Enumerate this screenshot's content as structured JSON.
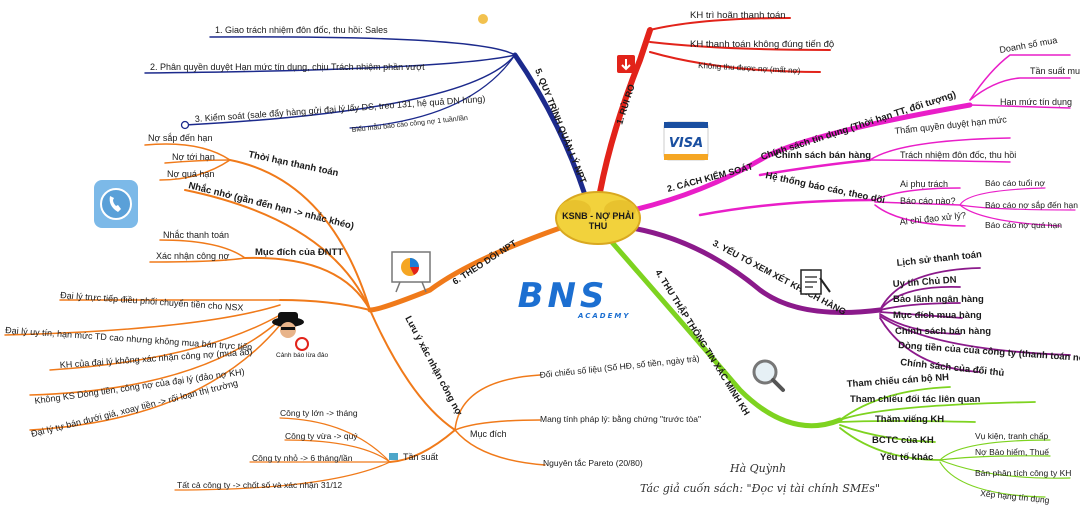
{
  "center": {
    "line1": "KSNB - NỢ PHẢI",
    "line2": "THU"
  },
  "brand": {
    "logo": "BNS",
    "sub": "ACADEMY"
  },
  "author": {
    "name": "Hà Quỳnh",
    "book": "Tác giả cuốn sách: \"Đọc vị tài chính SMEs\""
  },
  "icons": {
    "visa": "VISA",
    "warning": "Cảnh báo lừa đảo"
  },
  "colors": {
    "branch1": "#e2231a",
    "branch2": "#e91ec8",
    "branch3": "#8b1a8b",
    "branch4": "#7ed320",
    "branch5": "#1c2a8c",
    "branch6": "#f07a1a",
    "center": "#f2d23c"
  },
  "branches": {
    "b1": {
      "label": "1. RỦI RO",
      "items": [
        "KH trì hoãn thanh toán",
        "KH thanh toán không đúng tiến độ",
        "Không thu được nợ (mất nợ)"
      ]
    },
    "b2": {
      "label": "2. CÁCH KIỂM SOÁT",
      "policy": {
        "label": "Chính sách tín dụng (Thời hạn TT, đối tượng)",
        "items": [
          "Doanh số mua",
          "Tần suất mua",
          "Hạn mức tín dụng"
        ]
      },
      "sales": {
        "label": "Chính sách bán hàng",
        "items": [
          "Thẩm quyền duyệt hạn mức",
          "Trách nhiệm đôn đốc, thu hồi"
        ]
      },
      "report": {
        "label": "Hệ thống báo cáo, theo dõi",
        "items": [
          "Ai phụ trách",
          "Báo cáo nào?",
          "Ai chỉ đạo xử lý?"
        ],
        "sub": [
          "Báo cáo tuổi nợ",
          "Báo cáo nợ sắp đến hạn",
          "Báo cáo nợ quá hạn"
        ]
      }
    },
    "b3": {
      "label": "3. YẾU TỐ XEM XÉT KHÁCH HÀNG",
      "items": [
        "Lịch sử thanh toán",
        "Uy tín Chủ DN",
        "Bảo lãnh ngân hàng",
        "Mục đích mua hàng",
        "Chính sách bán hàng",
        "Dòng tiền của của công ty (thanh toán nợ)",
        "Chính sách của đối thủ"
      ]
    },
    "b4": {
      "label": "4. THU THẬP THÔNG TIN XÁC MINH KH",
      "items": [
        "Tham chiếu cán bộ NH",
        "Tham chiếu đối tác liên quan",
        "Thăm viếng KH",
        "BCTC của KH",
        "Yếu tố khác"
      ],
      "other": [
        "Vụ kiện, tranh chấp",
        "Nợ Bảo hiểm, Thuế",
        "Bản phân tích công ty KH",
        "Xếp hạng tín dụng"
      ]
    },
    "b5": {
      "label": "5. QUY TRÌNH QUẢN LÝ NPT",
      "items": [
        "1. Giao trách nhiệm đôn đốc, thu hồi: Sales",
        "2. Phân quyền duyệt Hạn mức tín dụng, chịu Trách nhiệm phần vượt",
        "3. Kiểm soát (sale đẩy hàng gửi đại lý lấy DS, treo 131, hệ quả DN hủng)"
      ],
      "extra": "Biểu mẫu báo cáo công nợ 1 tuần/lần"
    },
    "b6": {
      "label": "6. THEO DÕI NPT",
      "deadline": {
        "label": "Thời hạn thanh toán",
        "items": [
          "Nợ sắp đến hạn",
          "Nợ tới hạn",
          "Nợ quá hạn"
        ]
      },
      "remind": {
        "label": "Nhắc nhở (gần đến hạn -> nhắc khéo)"
      },
      "purpose": {
        "label": "Mục đích của ĐNTT",
        "items": [
          "Nhắc thanh toán",
          "Xác nhận công nợ"
        ]
      },
      "note": {
        "label": "Lưu ý xác nhận công nợ"
      },
      "frequency": {
        "label": "Tần suất",
        "items": [
          "Công ty lớn -> tháng",
          "Công ty vừa -> quý",
          "Công ty nhỏ -> 6 tháng/lần",
          "Tất cả công ty -> chốt số và xác nhận 31/12"
        ]
      },
      "mpurpose": {
        "label": "Mục đích",
        "items": [
          "Đối chiếu số liệu (Số HĐ, số tiền, ngày trả)",
          "Mang tính pháp lý: bằng chứng \"trước tòa\"",
          "Nguyên tắc Pareto (20/80)"
        ]
      },
      "fraud": {
        "items": [
          "Đại lý trực tiếp điều phối chuyển tiền cho NSX",
          "Đại lý uy tín, hạn mức TD cao nhưng không mua bán trực tiếp",
          "KH của đại lý không xác nhận công nợ (mua ảo)",
          "Không KS Dòng tiền, công nợ của đại lý (đảo nợ KH)",
          "Đại lý tự bán dưới giá, xoay tiền -> rối loạn thị trường"
        ]
      }
    }
  }
}
